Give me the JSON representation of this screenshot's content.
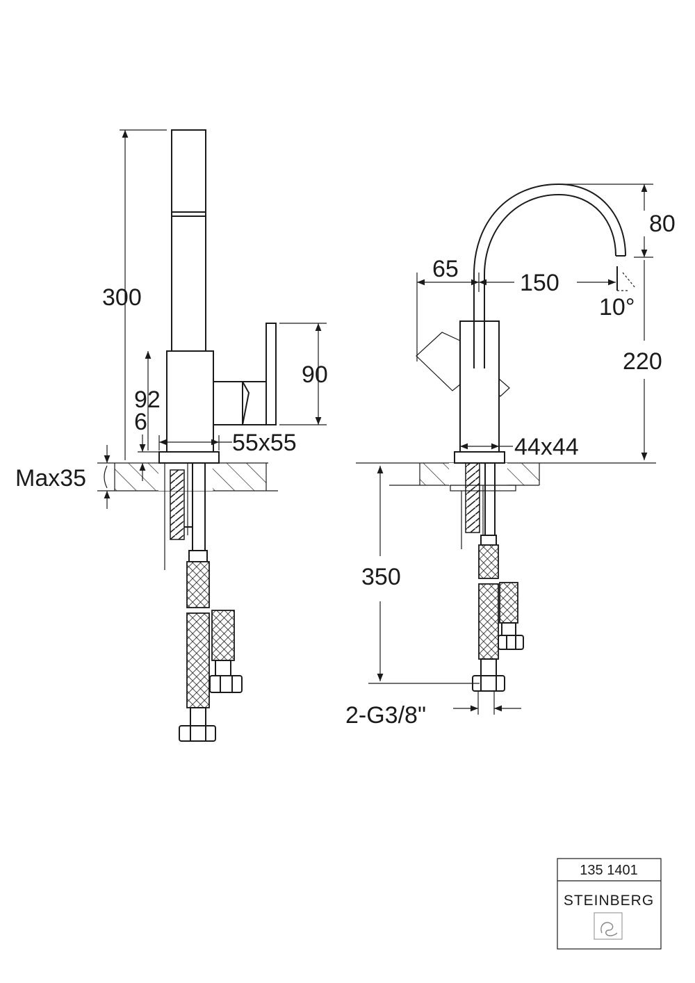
{
  "dimensions": {
    "left_view": {
      "height_total": "300",
      "lever_height": "90",
      "body_height": "92",
      "base_thickness": "6",
      "body_size": "55x55",
      "max_deck": "Max35"
    },
    "right_view": {
      "spout_rise": "80",
      "spout_offset": "65",
      "spout_reach": "150",
      "tilt_angle": "10°",
      "outlet_height": "220",
      "body_size": "44x44",
      "hose_length": "350",
      "connection": "2-G3/8\""
    }
  },
  "title_block": {
    "article_number": "135 1401",
    "brand": "STEINBERG",
    "logo": "steinberg-logo"
  }
}
